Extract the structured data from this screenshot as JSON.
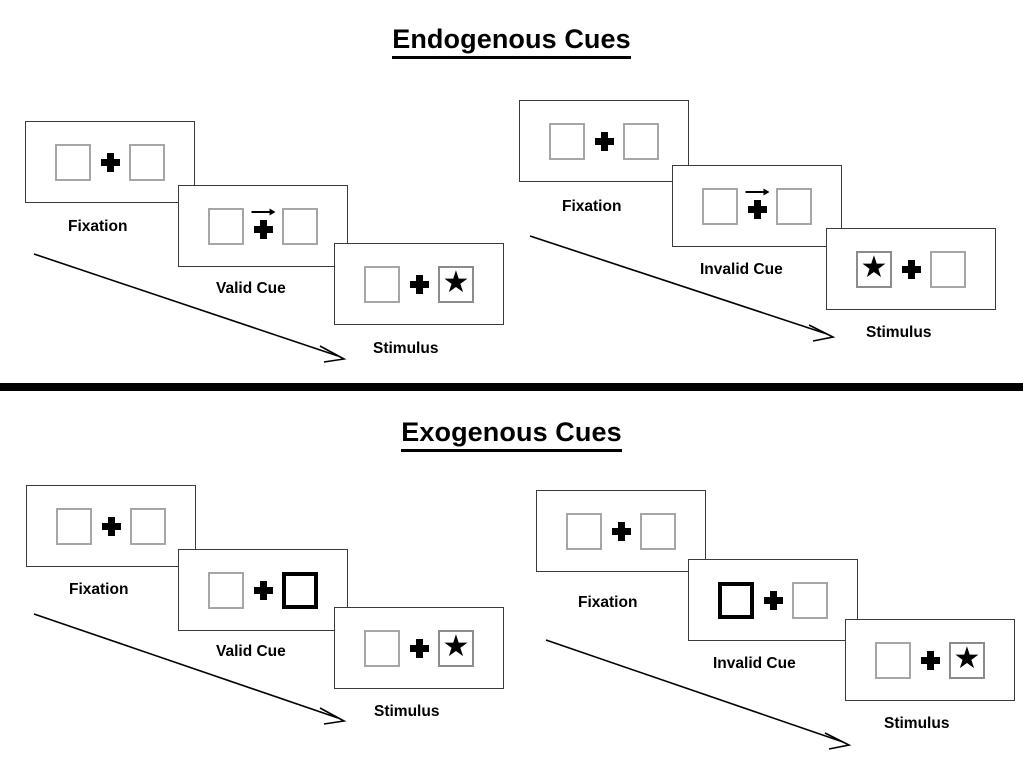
{
  "figure": {
    "sections": [
      {
        "id": "endogenous",
        "title": "Endogenous Cues",
        "conditions": [
          {
            "id": "endogenous-valid",
            "frames": [
              {
                "label": "Fixation",
                "left_box": "empty",
                "right_box": "empty",
                "cue": "none",
                "arrow": "none"
              },
              {
                "label": "Valid Cue",
                "left_box": "empty",
                "right_box": "empty",
                "cue": "arrow-right",
                "arrow": "right"
              },
              {
                "label": "Stimulus",
                "left_box": "empty",
                "right_box": "star",
                "cue": "none",
                "arrow": "none"
              }
            ]
          },
          {
            "id": "endogenous-invalid",
            "frames": [
              {
                "label": "Fixation",
                "left_box": "empty",
                "right_box": "empty",
                "cue": "none",
                "arrow": "none"
              },
              {
                "label": "Invalid Cue",
                "left_box": "empty",
                "right_box": "empty",
                "cue": "arrow-right",
                "arrow": "right"
              },
              {
                "label": "Stimulus",
                "left_box": "star",
                "right_box": "empty",
                "cue": "none",
                "arrow": "none"
              }
            ]
          }
        ]
      },
      {
        "id": "exogenous",
        "title": "Exogenous Cues",
        "conditions": [
          {
            "id": "exogenous-valid",
            "frames": [
              {
                "label": "Fixation",
                "left_box": "empty",
                "right_box": "empty",
                "cue": "none",
                "arrow": "none"
              },
              {
                "label": "Valid Cue",
                "left_box": "empty",
                "right_box": "highlight",
                "cue": "box-flash",
                "arrow": "none"
              },
              {
                "label": "Stimulus",
                "left_box": "empty",
                "right_box": "star",
                "cue": "none",
                "arrow": "none"
              }
            ]
          },
          {
            "id": "exogenous-invalid",
            "frames": [
              {
                "label": "Fixation",
                "left_box": "empty",
                "right_box": "empty",
                "cue": "none",
                "arrow": "none"
              },
              {
                "label": "Invalid Cue",
                "left_box": "highlight",
                "right_box": "empty",
                "cue": "box-flash",
                "arrow": "none"
              },
              {
                "label": "Stimulus",
                "left_box": "empty",
                "right_box": "star",
                "cue": "none",
                "arrow": "none"
              }
            ]
          }
        ]
      }
    ],
    "glyphs": {
      "star": "★",
      "fixation_cross": "plus-sign"
    },
    "colors": {
      "ink": "#000000",
      "panel_border": "#3a3a3a",
      "box_border": "#a6a6a6",
      "cued_box_border": "#000000",
      "background": "#ffffff"
    }
  }
}
